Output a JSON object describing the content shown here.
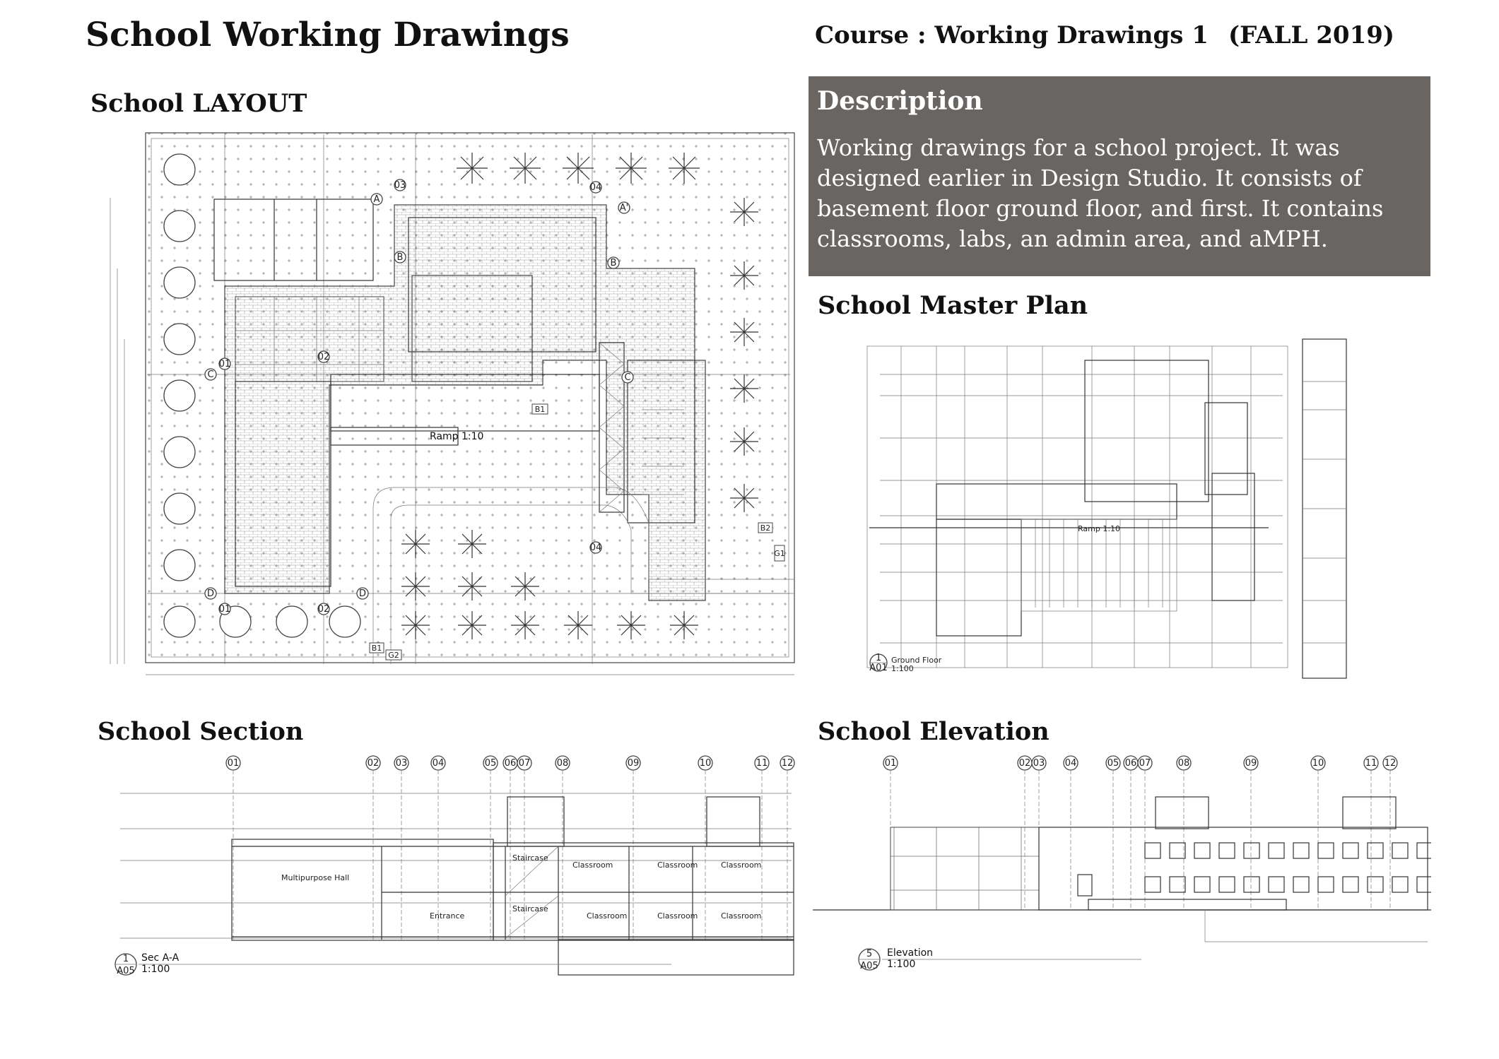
{
  "header": {
    "title": "School Working Drawings",
    "course": "Course : Working Drawings 1",
    "term": "(FALL 2019)"
  },
  "description": {
    "title": "Description",
    "body": "Working drawings for a school project. It was designed earlier in Design Studio. It consists of basement floor ground floor, and first. It contains classrooms, labs, an admin area, and aMPH."
  },
  "sections": {
    "layout": {
      "title": "School LAYOUT",
      "ramp_label": "Ramp 1:10"
    },
    "master_plan": {
      "title": "School Master Plan",
      "ramp_label": "Ramp 1:10",
      "view_number": "1",
      "sheet": "A01",
      "view_name": "Ground Floor",
      "scale": "1:100"
    },
    "section": {
      "title": "School Section",
      "view_number": "1",
      "sheet": "A05",
      "view_name": "Sec A-A",
      "scale": "1:100",
      "room_labels": [
        "Multipurpose Hall",
        "Entrance",
        "Staircase",
        "Staircase",
        "Classroom",
        "Classroom",
        "Classroom",
        "Classroom",
        "Classroom",
        "Classroom"
      ]
    },
    "elevation": {
      "title": "School Elevation",
      "view_number": "5",
      "sheet": "A05",
      "view_name": "Elevation",
      "scale": "1:100"
    }
  },
  "grid_axes": [
    "01",
    "02",
    "03",
    "04",
    "05",
    "06",
    "07",
    "08",
    "09",
    "10",
    "11",
    "12"
  ],
  "layout_tags": {
    "rows": [
      "A",
      "B",
      "C",
      "D"
    ],
    "zones": [
      "01",
      "02",
      "03",
      "04",
      "B1",
      "B2",
      "G1",
      "G2"
    ]
  }
}
